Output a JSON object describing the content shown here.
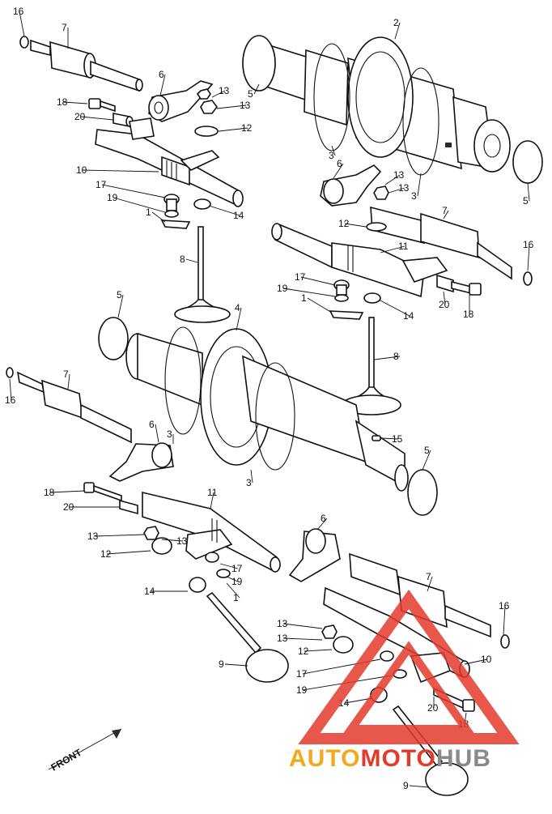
{
  "callouts": [
    {
      "n": "16"
    },
    {
      "n": "7"
    },
    {
      "n": "2"
    },
    {
      "n": "5"
    },
    {
      "n": "6"
    },
    {
      "n": "13"
    },
    {
      "n": "13"
    },
    {
      "n": "18"
    },
    {
      "n": "20"
    },
    {
      "n": "12"
    },
    {
      "n": "3"
    },
    {
      "n": "3"
    },
    {
      "n": "5"
    },
    {
      "n": "10"
    },
    {
      "n": "6"
    },
    {
      "n": "13"
    },
    {
      "n": "13"
    },
    {
      "n": "17"
    },
    {
      "n": "19"
    },
    {
      "n": "1"
    },
    {
      "n": "14"
    },
    {
      "n": "12"
    },
    {
      "n": "7"
    },
    {
      "n": "11"
    },
    {
      "n": "16"
    },
    {
      "n": "8"
    },
    {
      "n": "17"
    },
    {
      "n": "19"
    },
    {
      "n": "1"
    },
    {
      "n": "20"
    },
    {
      "n": "18"
    },
    {
      "n": "14"
    },
    {
      "n": "5"
    },
    {
      "n": "4"
    },
    {
      "n": "8"
    },
    {
      "n": "16"
    },
    {
      "n": "7"
    },
    {
      "n": "15"
    },
    {
      "n": "6"
    },
    {
      "n": "3"
    },
    {
      "n": "5"
    },
    {
      "n": "3"
    },
    {
      "n": "18"
    },
    {
      "n": "20"
    },
    {
      "n": "11"
    },
    {
      "n": "13"
    },
    {
      "n": "13"
    },
    {
      "n": "6"
    },
    {
      "n": "12"
    },
    {
      "n": "17"
    },
    {
      "n": "19"
    },
    {
      "n": "14"
    },
    {
      "n": "1"
    },
    {
      "n": "7"
    },
    {
      "n": "16"
    },
    {
      "n": "13"
    },
    {
      "n": "13"
    },
    {
      "n": "12"
    },
    {
      "n": "10"
    },
    {
      "n": "17"
    },
    {
      "n": "9"
    },
    {
      "n": "19"
    },
    {
      "n": "14"
    },
    {
      "n": "20"
    },
    {
      "n": "18"
    },
    {
      "n": "9"
    }
  ],
  "front_label": "FRONT",
  "watermark": {
    "text_part1": "AUTO",
    "text_part2": "MOTO",
    "text_part3": "HUB",
    "color_orange": "#f4a81c",
    "color_red": "#e43a2b",
    "color_gray": "#8a8a8a"
  }
}
